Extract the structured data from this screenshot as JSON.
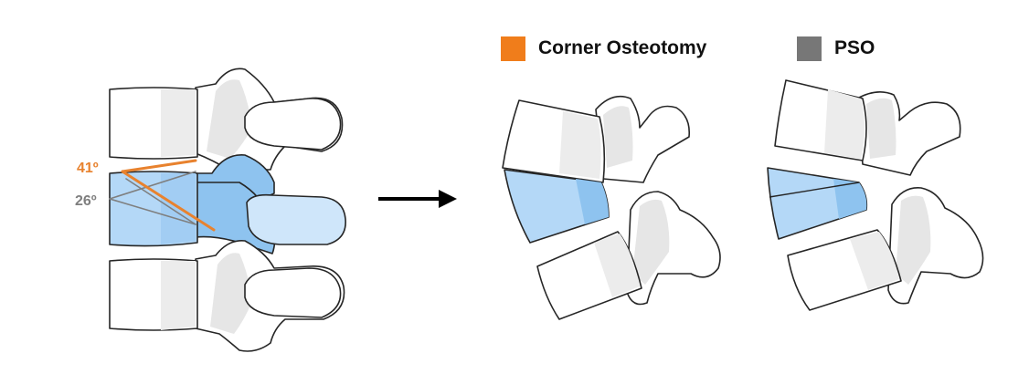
{
  "legend": {
    "corner": {
      "label": "Corner Osteotomy",
      "color": "#f07d1b"
    },
    "pso": {
      "label": "PSO",
      "color": "#777777"
    }
  },
  "angles": {
    "corner": {
      "label": "41º",
      "color": "#e8822e"
    },
    "pso": {
      "label": "26º",
      "color": "#7f7f7f"
    }
  },
  "colors": {
    "bone_fill": "#ffffff",
    "bone_shade": "#e6e6e6",
    "bone_stroke": "#262626",
    "resected_fill": "#b4d8f7",
    "resected_shade": "#8ec3ef",
    "arrow": "#000000"
  },
  "icons": [
    "arrow-right-icon"
  ]
}
